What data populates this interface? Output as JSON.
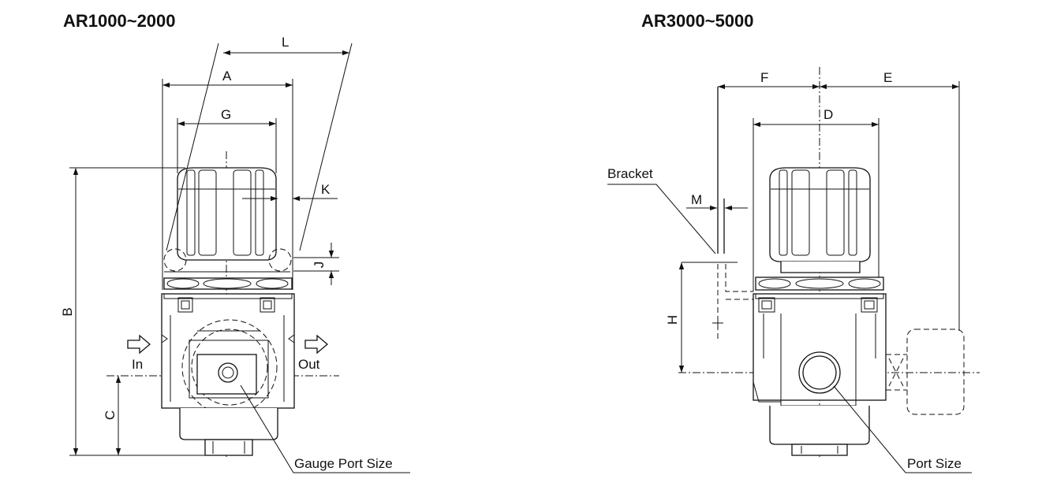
{
  "left_view": {
    "title": "AR1000~2000",
    "dims": {
      "A": "A",
      "B": "B",
      "C": "C",
      "G": "G",
      "J": "J",
      "K": "K",
      "L": "L"
    },
    "in_label": "In",
    "out_label": "Out",
    "gauge_port_label": "Gauge Port Size"
  },
  "right_view": {
    "title": "AR3000~5000",
    "dims": {
      "D": "D",
      "E": "E",
      "F": "F",
      "H": "H",
      "M": "M"
    },
    "bracket_label": "Bracket",
    "port_label": "Port Size"
  }
}
